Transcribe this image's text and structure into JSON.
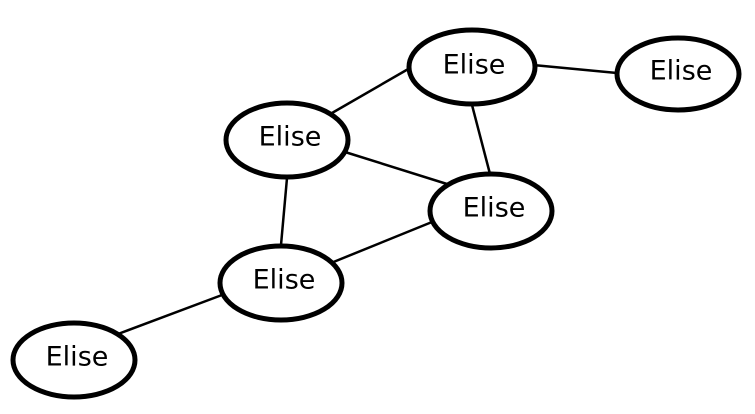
{
  "diagram": {
    "nodes": [
      {
        "id": "n1",
        "label": "Elise"
      },
      {
        "id": "n2",
        "label": "Elise"
      },
      {
        "id": "n3",
        "label": "Elise"
      },
      {
        "id": "n4",
        "label": "Elise"
      },
      {
        "id": "n5",
        "label": "Elise"
      },
      {
        "id": "n6",
        "label": "Elise"
      }
    ],
    "edges": [
      {
        "from": "n1",
        "to": "n2"
      },
      {
        "from": "n1",
        "to": "n3"
      },
      {
        "from": "n1",
        "to": "n4"
      },
      {
        "from": "n3",
        "to": "n4"
      },
      {
        "from": "n3",
        "to": "n5"
      },
      {
        "from": "n4",
        "to": "n5"
      },
      {
        "from": "n5",
        "to": "n6"
      }
    ],
    "colors": {
      "stroke": "#000000",
      "fill": "#ffffff",
      "text": "#000000"
    }
  }
}
